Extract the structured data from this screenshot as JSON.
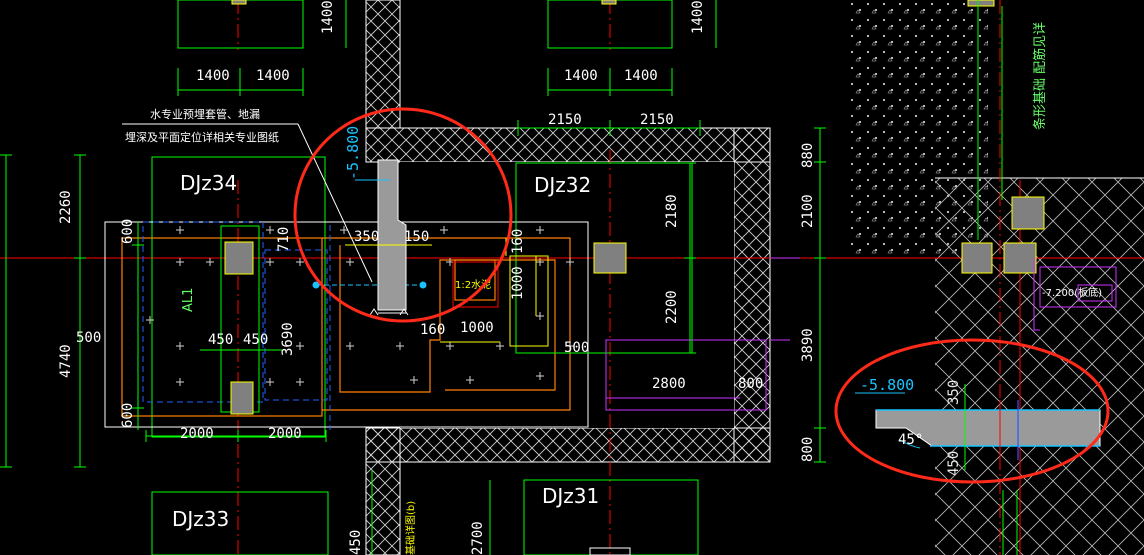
{
  "foundations": {
    "djz34": "DJz34",
    "djz32": "DJz32",
    "djz33": "DJz33",
    "djz31": "DJz31"
  },
  "top_dims": {
    "left_a": "1400",
    "left_b": "1400",
    "right_a": "1400",
    "right_b": "1400",
    "vert_left": "1400",
    "vert_right": "1400"
  },
  "plan_dims": {
    "w2150a": "2150",
    "w2150b": "2150",
    "d2260": "2260",
    "d4740": "4740",
    "d500": "500",
    "d600a": "600",
    "d600b": "600",
    "d450a": "450",
    "d450b": "450",
    "d2000a": "2000",
    "d2000b": "2000",
    "d3690": "3690",
    "d710": "710",
    "d350": "350",
    "d150": "150",
    "d160a": "160",
    "d160b": "160",
    "d1000a": "1000",
    "d1000b": "1000",
    "d500b": "500",
    "d2180": "2180",
    "d2200": "2200",
    "d2800": "2800",
    "d800a": "800",
    "d880": "880",
    "d2100": "2100",
    "d3890": "3890",
    "d800b": "800",
    "d2700": "2700",
    "d450c": "450"
  },
  "annotations": {
    "note_line1": "水专业预埋套管、地漏",
    "note_line2": "埋深及平面定位详相关专业图纸",
    "elev_left": "-5.800",
    "elev_right": "-5.800",
    "al1": "AL1",
    "pit_label": "1:2水泥",
    "right_note": "条形基础 配筋见详",
    "elev_box": "-7.200(板底)",
    "sect_350": "350",
    "sect_450": "450",
    "sect_45": "45°",
    "bottom_note": "基础详图(b)"
  },
  "colors": {
    "background": "#000000",
    "footing_outline": "#00ff00",
    "axis": "#ff0000",
    "highlight_circle": "#ff2a1a",
    "column": "#808080",
    "column_edge": "#ffff00",
    "hatch": "#ffffff",
    "cyan": "#19c3ff",
    "magenta": "#cc33ff",
    "orange": "#ff8000",
    "blue": "#1f5fff"
  }
}
